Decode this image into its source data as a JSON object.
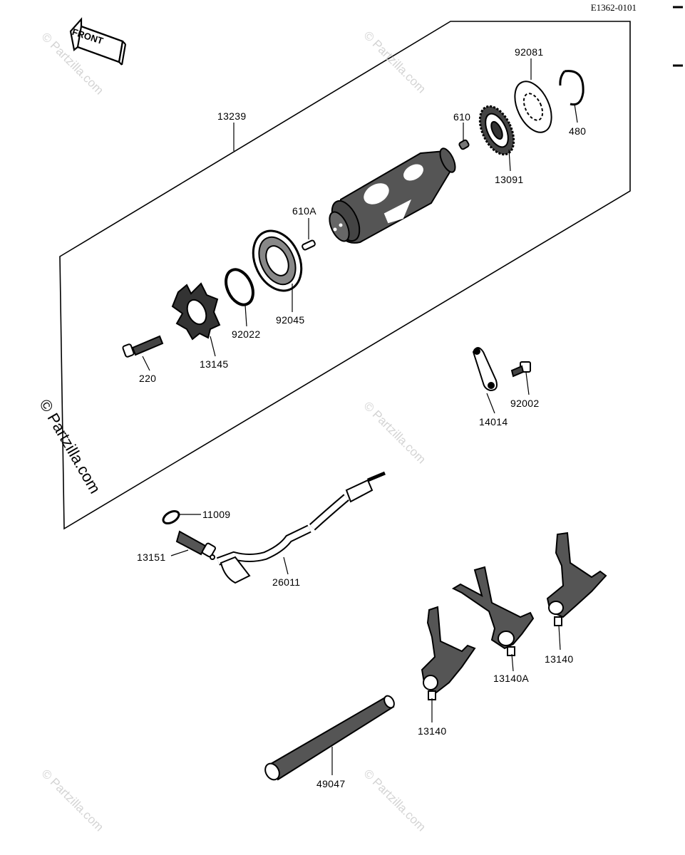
{
  "diagram_code": "E1362-0101",
  "front_label": "FRONT",
  "watermark": "© Partzilla.com",
  "parts": {
    "p13239": "13239",
    "p92081": "92081",
    "p480": "480",
    "p610": "610",
    "p13091": "13091",
    "p610A": "610A",
    "p92045": "92045",
    "p92022": "92022",
    "p13145": "13145",
    "p220": "220",
    "p14014": "14014",
    "p92002": "92002",
    "p11009": "11009",
    "p13151": "13151",
    "p26011": "26011",
    "p13140a": "13140",
    "p13140A": "13140A",
    "p13140b": "13140",
    "p49047": "49047"
  }
}
